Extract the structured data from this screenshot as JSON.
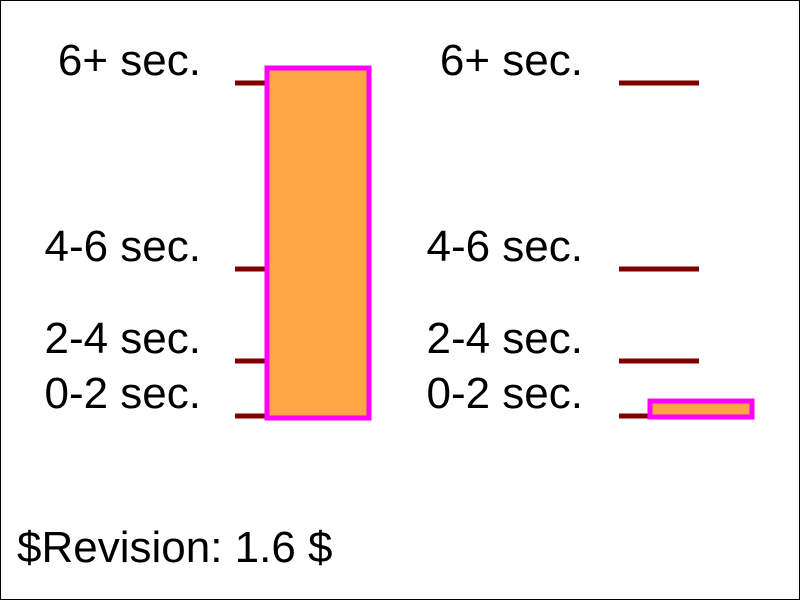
{
  "chart_data": [
    {
      "type": "bar",
      "categories": [
        "0-2 sec.",
        "2-4 sec.",
        "4-6 sec.",
        "6+ sec."
      ],
      "tick_labels": [
        "0-2 sec.",
        "2-4 sec.",
        "4-6 sec.",
        "6+ sec."
      ],
      "value": "6+ sec.",
      "orientation": "vertical",
      "colors": {
        "fill": "#ffa544",
        "stroke": "#ff00ff",
        "tick": "#800000"
      }
    },
    {
      "type": "bar",
      "categories": [
        "0-2 sec.",
        "2-4 sec.",
        "4-6 sec.",
        "6+ sec."
      ],
      "tick_labels": [
        "0-2 sec.",
        "2-4 sec.",
        "4-6 sec.",
        "6+ sec."
      ],
      "value": "0-2 sec.",
      "orientation": "horizontal",
      "colors": {
        "fill": "#ffa544",
        "stroke": "#ff00ff",
        "tick": "#800000"
      }
    }
  ],
  "footer": {
    "revision": "$Revision: 1.6 $"
  }
}
